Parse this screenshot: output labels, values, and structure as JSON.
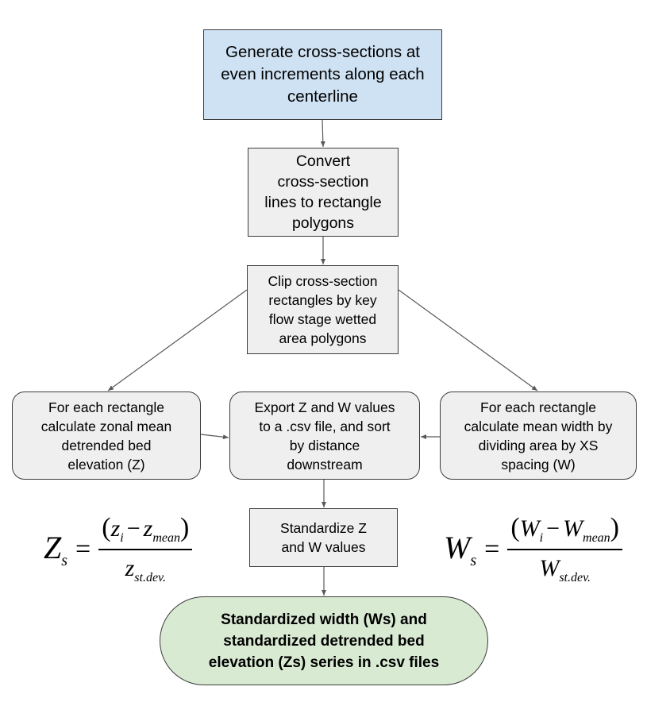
{
  "nodes": {
    "generate": [
      "Generate cross-sections at",
      "even increments along each",
      "centerline"
    ],
    "convert": [
      "Convert",
      "cross-section",
      "lines to rectangle",
      "polygons"
    ],
    "clip": [
      "Clip cross-section",
      "rectangles by key",
      "flow stage wetted",
      "area polygons"
    ],
    "zonal": [
      "For each rectangle",
      "calculate zonal mean",
      "detrended bed",
      "elevation (Z)"
    ],
    "export": [
      "Export Z and W values",
      "to a .csv file, and sort",
      "by distance",
      "downstream"
    ],
    "width": [
      "For each rectangle",
      "calculate mean width by",
      "dividing area by XS",
      "spacing (W)"
    ],
    "standardize": [
      "Standardize Z",
      "and W values"
    ],
    "final": [
      "Standardized width (Ws) and",
      "standardized detrended bed",
      "elevation (Zs) series in .csv files"
    ]
  },
  "formulas": {
    "z": {
      "lhs": "Z",
      "lhs_sub": "s",
      "eq": "=",
      "open": "(",
      "close": ")",
      "a": "z",
      "a_sub": "i",
      "minus": "−",
      "b": "z",
      "b_sub": "mean",
      "den": "z",
      "den_sub": "st.dev."
    },
    "w": {
      "lhs": "W",
      "lhs_sub": "s",
      "eq": "=",
      "open": "(",
      "close": ")",
      "a": "W",
      "a_sub": "i",
      "minus": "−",
      "b": "W",
      "b_sub": "mean",
      "den": "W",
      "den_sub": "st.dev."
    }
  },
  "colors": {
    "start_fill": "#cfe2f3",
    "process_fill": "#efefef",
    "end_fill": "#d9ead3",
    "edge": "#595959"
  }
}
